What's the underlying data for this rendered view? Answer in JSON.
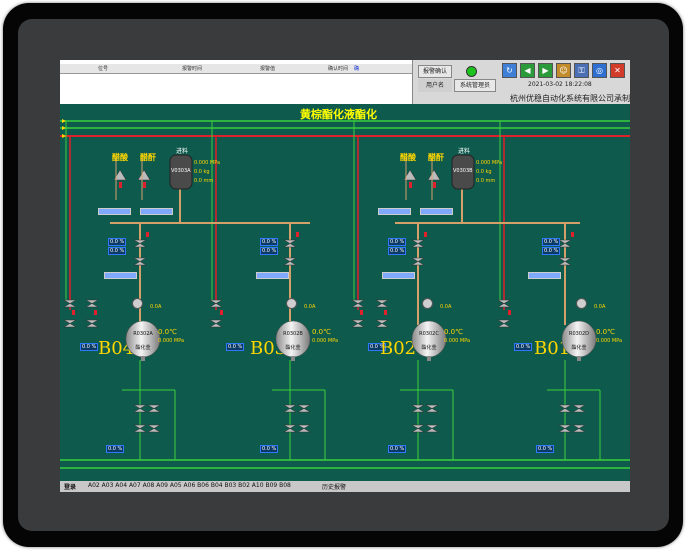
{
  "alarm": {
    "col1": "位号",
    "col2": "报警时间",
    "col3": "报警值",
    "col4": "确认时间",
    "col5": "确"
  },
  "controls": {
    "ack_label": "报警确认",
    "user_label": "用户名",
    "sys_mgmt_label": "系统管理员",
    "datetime": "2021-03-02 18:22:08",
    "company": "杭州优稳自动化系统有限公司承制"
  },
  "title": "黄棕酯化液酯化",
  "materials": {
    "acid1": "醋酸",
    "acid2": "醋酐",
    "feed": "进料"
  },
  "left_group": {
    "feed_tank": "V0303A",
    "feed_pressure": "0.000 MPa",
    "feed_weight": "0.0 kg",
    "feed_level": "0.0 mm"
  },
  "right_group": {
    "feed_tank": "V0303B",
    "feed_pressure": "0.000 MPa",
    "feed_weight": "0.0 kg",
    "feed_level": "0.0 mm"
  },
  "reactors": [
    {
      "label": "B04",
      "tag": "R0302A",
      "name": "酯化釜",
      "temp": "0.0℃",
      "pressure": "0.000 MPa",
      "current": "0.0A"
    },
    {
      "label": "B03",
      "tag": "R0302B",
      "name": "酯化釜",
      "temp": "0.0℃",
      "pressure": "0.000 MPa",
      "current": "0.0A"
    },
    {
      "label": "B02",
      "tag": "R0302C",
      "name": "酯化釜",
      "temp": "0.0℃",
      "pressure": "0.000 MPa",
      "current": "0.0A"
    },
    {
      "label": "B01",
      "tag": "R0302D",
      "name": "酯化釜",
      "temp": "0.0℃",
      "pressure": "0.000 MPa",
      "current": "0.0A"
    }
  ],
  "values": {
    "zero_pct": "0.0 %",
    "zero_a": "0.0 A"
  },
  "statusbar": {
    "login": "登录",
    "sections": "A02 A03 A04 A07 A08 A09 A05 A06 B06 B04 B03 B02 A10 B09 B08",
    "history": "历史报警"
  },
  "colors": {
    "background": "#0e5a4d",
    "pipe_red": "#e0202a",
    "pipe_green": "#3ccf3c",
    "pipe_orange": "#d4a06a",
    "accent_yellow": "#ffd700"
  }
}
